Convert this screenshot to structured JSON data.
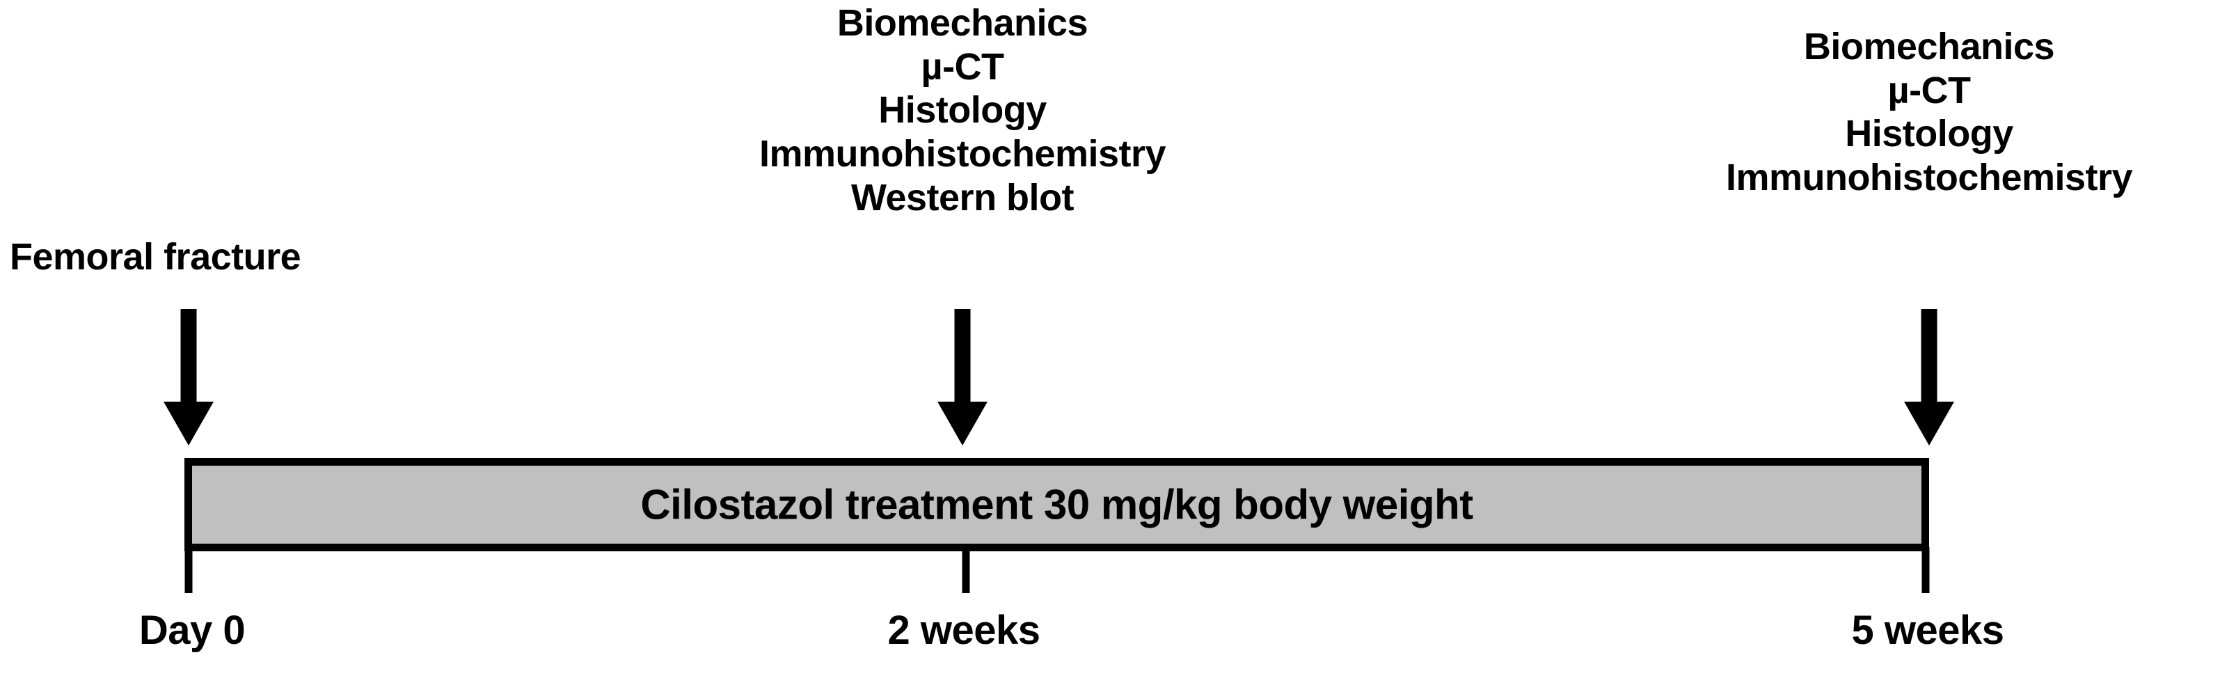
{
  "figure": {
    "background_color": "#ffffff",
    "foreground_color": "#000000",
    "bar_fill_color": "#c0c0c0"
  },
  "timepoints": {
    "baseline": {
      "event_label": "Femoral fracture",
      "tick_label": "Day 0"
    },
    "two_weeks": {
      "tick_label": "2 weeks",
      "assays": [
        "Biomechanics",
        "µ-CT",
        "Histology",
        "Immunohistochemistry",
        "Western blot"
      ]
    },
    "five_weeks": {
      "tick_label": "5 weeks",
      "assays": [
        "Biomechanics",
        "µ-CT",
        "Histology",
        "Immunohistochemistry"
      ]
    }
  },
  "treatment_bar": {
    "label": "Cilostazol treatment 30 mg/kg body weight"
  },
  "icons": {
    "down_arrow": "down-arrow-icon"
  }
}
